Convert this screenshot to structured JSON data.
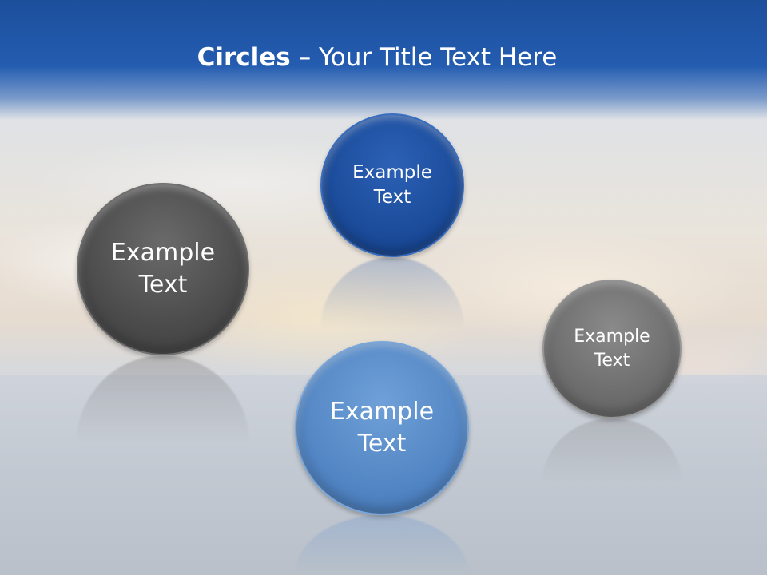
{
  "title": {
    "bold": "Circles",
    "rest": " – Your Title Text Here"
  },
  "circles": [
    {
      "line1": "Example",
      "line2": "Text",
      "color": "#4b4b4b"
    },
    {
      "line1": "Example",
      "line2": "Text",
      "color": "#1a4a98"
    },
    {
      "line1": "Example",
      "line2": "Text",
      "color": "#6d6d6d"
    },
    {
      "line1": "Example",
      "line2": "Text",
      "color": "#5386c4"
    }
  ]
}
